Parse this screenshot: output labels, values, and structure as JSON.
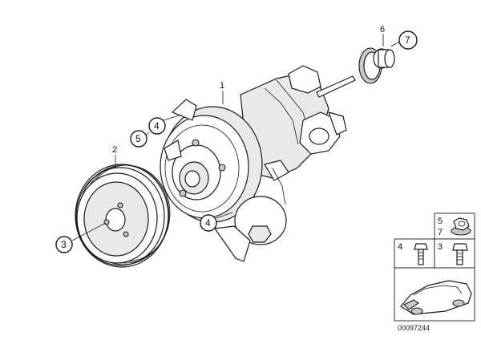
{
  "diagram": {
    "part_labels": {
      "pump": "1",
      "pulley": "2",
      "gear_top": "6"
    },
    "callouts": {
      "pulley_bolt": "3",
      "pump_bolt_upper": "4",
      "pump_nut_upper": "5",
      "gear_nut": "7",
      "bracket_bolt": "4"
    },
    "legend": {
      "nut_labels": [
        "5",
        "7"
      ],
      "bolt_left_label": "4",
      "bolt_right_label": "3"
    },
    "document_id": "00097244"
  }
}
